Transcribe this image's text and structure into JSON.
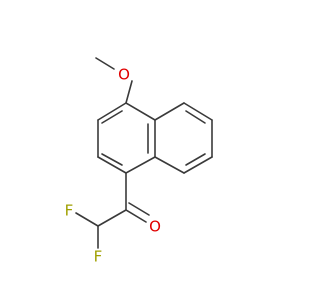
{
  "molecule": {
    "atoms": {
      "methyl_O": {
        "symbol": "O"
      },
      "carbonyl_O": {
        "symbol": "O"
      },
      "fluorine_top": {
        "symbol": "F"
      },
      "fluorine_bottom": {
        "symbol": "F"
      }
    }
  },
  "colors": {
    "bond": "#3a3a3a",
    "oxygen": "#e00000",
    "fluorine": "#a0a000"
  }
}
